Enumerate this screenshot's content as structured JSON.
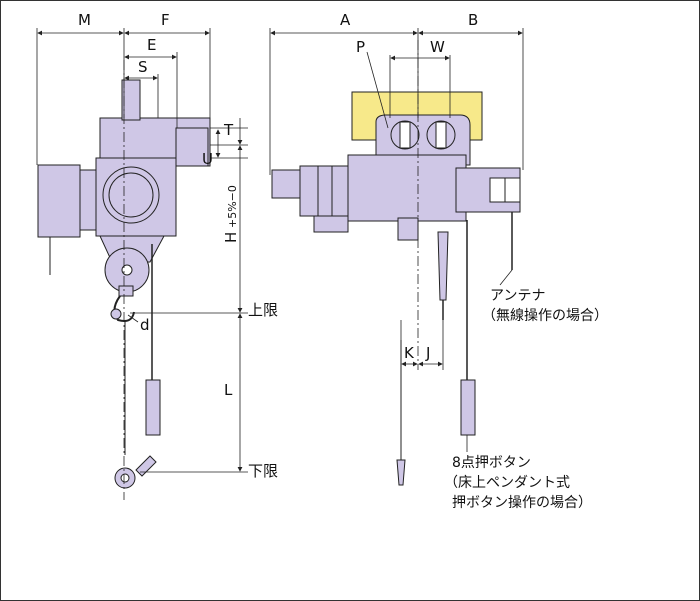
{
  "colors": {
    "body_fill": "#cfc7e6",
    "rail_fill": "#f7e98a",
    "outline": "#222222"
  },
  "dims": {
    "M": "M",
    "F": "F",
    "E": "E",
    "S": "S",
    "T": "T",
    "U": "U",
    "H": "H",
    "H_tol": "+5%−0",
    "d": "d",
    "L": "L",
    "A": "A",
    "B": "B",
    "P": "P",
    "W": "W",
    "K": "K",
    "J": "J"
  },
  "labels": {
    "upper_limit": "上限",
    "lower_limit": "下限",
    "antenna_line1": "アンテナ",
    "antenna_line2": "（無線操作の場合）",
    "pushbutton_line1": "8点押ボタン",
    "pushbutton_line2": "（床上ペンダント式",
    "pushbutton_line3": "押ボタン操作の場合）"
  }
}
